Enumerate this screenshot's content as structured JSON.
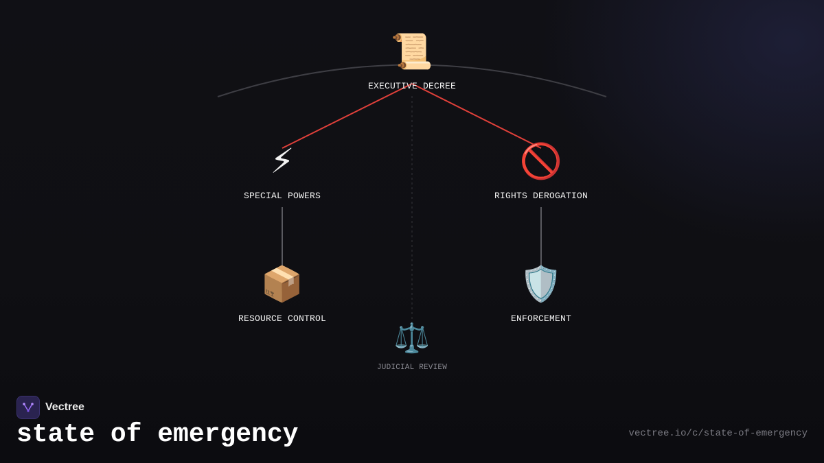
{
  "diagram": {
    "nodes": {
      "executive_decree": {
        "icon": "scroll-icon",
        "glyph": "📜",
        "label": "EXECUTIVE DECREE"
      },
      "special_powers": {
        "icon": "lightning-icon",
        "glyph": "⚡",
        "label": "SPECIAL POWERS"
      },
      "rights_derogation": {
        "icon": "prohibited-icon",
        "glyph": "🚫",
        "label": "RIGHTS DEROGATION"
      },
      "resource_control": {
        "icon": "package-icon",
        "glyph": "📦",
        "label": "RESOURCE CONTROL"
      },
      "enforcement": {
        "icon": "shield-icon",
        "glyph": "🛡️",
        "label": "ENFORCEMENT"
      },
      "judicial_review": {
        "icon": "scales-icon",
        "glyph": "⚖️",
        "label": "JUDICIAL REVIEW"
      }
    },
    "edges": [
      {
        "from": "executive_decree",
        "to": "special_powers",
        "color": "#e0403a"
      },
      {
        "from": "executive_decree",
        "to": "rights_derogation",
        "color": "#e0403a"
      },
      {
        "from": "special_powers",
        "to": "resource_control",
        "color": "#5a5a60"
      },
      {
        "from": "rights_derogation",
        "to": "enforcement",
        "color": "#5a5a60"
      },
      {
        "from": "executive_decree",
        "to": "judicial_review",
        "color": "#3a3a40",
        "style": "dashed"
      }
    ]
  },
  "brand": {
    "name": "Vectree",
    "logo_icon": "vectree-logo-icon",
    "accent": "#8a5cf0"
  },
  "page": {
    "title": "state of emergency",
    "url": "vectree.io/c/state-of-emergency"
  }
}
